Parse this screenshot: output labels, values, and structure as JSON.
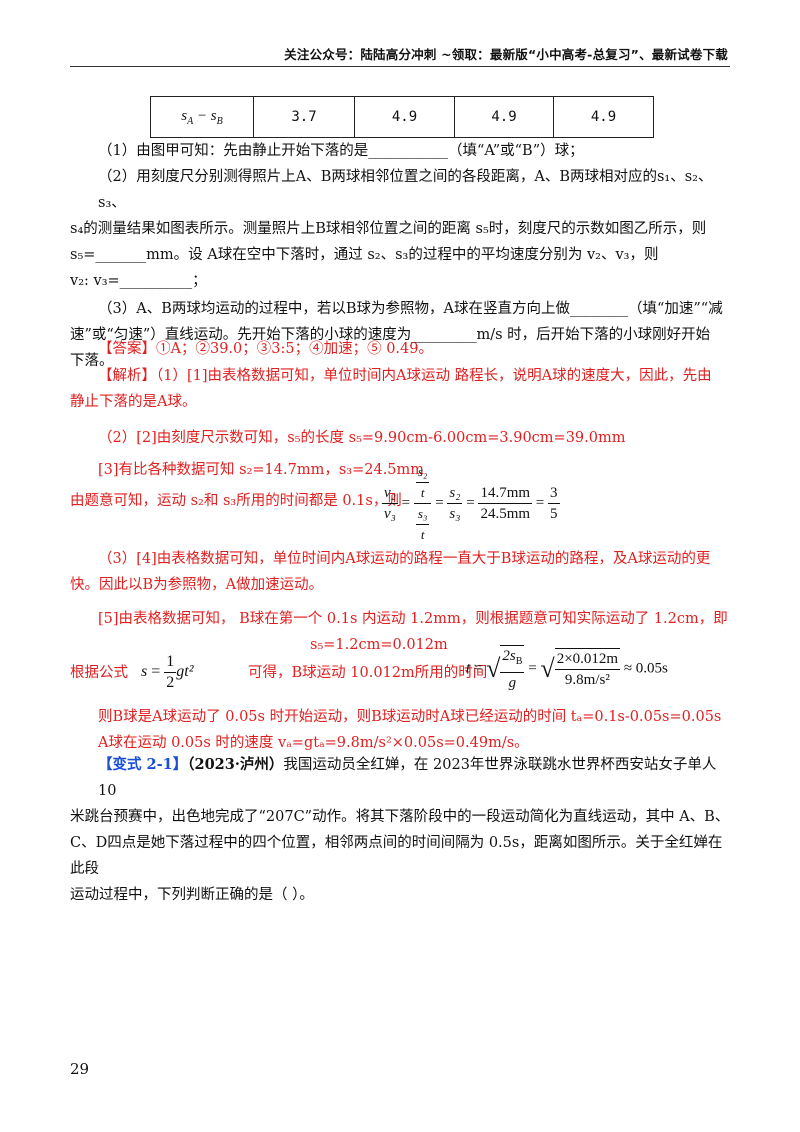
{
  "header": {
    "text": "关注公众号：陆陆高分冲刺  ~领取：最新版“小中高考-总复习”、最新试卷下载"
  },
  "table": {
    "row_label": "s_A − s_B",
    "cells": [
      "3.7",
      "4.9",
      "4.9",
      "4.9"
    ]
  },
  "questions": {
    "q1": "（1）由图甲可知：先由静止开始下落的是___________（填“A”或“B”）球；",
    "q2_l1": "（2）用刻度尺分别测得照片上A、B两球相邻位置之间的各段距离，A、B两球相对应的s₁、s₂、s₃、",
    "q2_l2": "s₄的测量结果如图表所示。测量照片上B球相邻位置之间的距离 s₅时，刻度尺的示数如图乙所示，则",
    "q2_l3": "s₅=_______mm。设 A球在空中下落时，通过 s₂、s₃的过程中的平均速度分别为 v₂、v₃，则",
    "q2_l4": "v₂: v₃=__________；",
    "q3_l1": "（3）A、B两球均运动的过程中，若以B球为参照物，A球在竖直方向上做________（填“加速”“减",
    "q3_l2": "速”或“匀速”）直线运动。先开始下落的小球的速度为_________m/s 时，后开始下落的小球刚好开始",
    "q3_l3": "下落。"
  },
  "answer": {
    "tag": "【答案】",
    "text": "①A；②39.0；③3:5；④加速；⑤ 0.49。"
  },
  "analysis": {
    "tag": "【解析】",
    "p1_l1": "（1）[1]由表格数据可知，单位时间内A球运动  路程长，说明A球的速度大，因此，先由",
    "p1_l2": "静止下落的是A球。",
    "p2": "（2）[2]由刻度尺示数可知，s₅的长度 s₅=9.90cm-6.00cm=3.90cm=39.0mm",
    "p3": "[3]有比各种数据可知 s₂=14.7mm，s₃=24.5mm",
    "p4_pre": "由题意可知，运动 s₂和 s₃所用的时间都是 0.1s，则",
    "eq1": {
      "v2": "v₂",
      "v3": "v₃",
      "s2": "s₂",
      "s3": "s₃",
      "t": "t",
      "num": "14.7mm",
      "den": "24.5mm",
      "r_num": "3",
      "r_den": "5"
    },
    "p5_l1": "（3）[4]由表格数据可知，单位时间内A球运动的路程一直大于B球运动的路程，及A球运动的更",
    "p5_l2": "快。因此以B为参照物，A做加速运动。",
    "p6": "[5]由表格数据可知， B球在第一个 0.1s 内运动 1.2mm，则根据题意可知实际运动了 1.2cm，即",
    "p7": "s₅=1.2cm=0.012m",
    "p8_pre": "根据公式",
    "p8_mid": "可得，B球运动 10.012m所用的时间",
    "eq2": {
      "s": "s",
      "half_n": "1",
      "half_d": "2",
      "gt": "gt²",
      "t": "t",
      "r_n": "2s",
      "r_sub": "B",
      "r_d": "g",
      "r2_n": "2×0.012m",
      "r2_d": "9.8m/s²",
      "approx": "≈ 0.05s"
    },
    "p9": "则B球是A球运动了 0.05s 时开始运动，则B球运动时A球已经运动的时间 tₐ=0.1s-0.05s=0.05s",
    "p10": "A球在运动 0.05s 时的速度 vₐ=gtₐ=9.8m/s²×0.05s=0.49m/s。"
  },
  "variant": {
    "tag": "【变式 2-1】",
    "src": "（2023·泸州）",
    "l1": "我国运动员全红婵，在 2023年世界泳联跳水世界杯西安站女子单人 10",
    "l2": "米跳台预赛中，出色地完成了“207C”动作。将其下落阶段中的一段运动简化为直线运动，其中 A、B、",
    "l3": "C、D四点是她下落过程中的四个位置，相邻两点间的时间间隔为 0.5s，距离如图所示。关于全红婵在此段",
    "l4": "运动过程中，下列判断正确的是（      ）。"
  },
  "page_number": "29"
}
